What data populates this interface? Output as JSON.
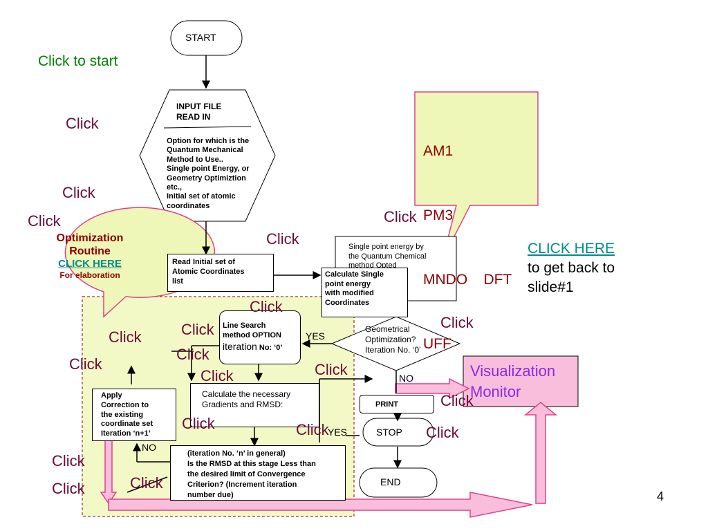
{
  "colors": {
    "click": "#6b0a3a",
    "green_text": "#008000",
    "callout_fill": "#eef6b8",
    "pink": "#f9bedc",
    "dashed_area": "#f3f9c6"
  },
  "start": {
    "label": "START"
  },
  "click_to_start": "Click to start",
  "hexagon": {
    "title_line1": "INPUT FILE",
    "title_line2": "READ IN",
    "body": [
      "Option for which is the",
      "Quantum Mechanical",
      "Method to Use..",
      "Single point Energy, or",
      "Geometry Optimiztion",
      "etc.,",
      "Initial set of atomic",
      "coordinates"
    ]
  },
  "methods_callout": {
    "lines": [
      "AM1",
      "PM3",
      "MNDO    DFT",
      "UFF"
    ]
  },
  "optimization_callout": {
    "line1": "Optimization",
    "line2": "Routine",
    "link": "CLICK HERE",
    "line4": "For elaboration"
  },
  "click_here_right": {
    "link": "CLICK HERE",
    "line2": "to get back to",
    "line3": "slide#1"
  },
  "read_initial": {
    "lines": [
      "Read Initial set of",
      "Atomic Coordinates",
      "list"
    ]
  },
  "single_point": {
    "lines": [
      "Single point energy by",
      "the Quantum Chemical",
      "method Opted"
    ]
  },
  "calc_single": {
    "lines": [
      "Calculate Single",
      "point energy",
      "with modified",
      "Coordinates"
    ]
  },
  "geom_opt": {
    "lines": [
      "Geometrical",
      "Optimization?",
      "Iteration No. ‘0’"
    ]
  },
  "line_search": {
    "line1": "Line Search",
    "line2": "method OPTION",
    "line3_a": "iteration",
    "line3_b": " No: ‘0’"
  },
  "gradients": {
    "lines": [
      "Calculate the necessary",
      "Gradients and RMSD:"
    ]
  },
  "apply_correction": {
    "lines": [
      "Apply",
      "Correction to",
      "the existing",
      "coordinate set",
      "Iteration ‘n+1’"
    ]
  },
  "iteration_box": {
    "lines": [
      "(iteration No. ‘n’ in general)",
      "Is the RMSD at this stage Less than",
      "the desired limit of Convergence",
      "Criterion? (Increment iteration",
      "number due)"
    ]
  },
  "visualization": {
    "line1": "Visualization",
    "line2": "Monitor"
  },
  "print": {
    "label": "PRINT"
  },
  "stop": {
    "label": "STOP"
  },
  "end": {
    "label": "END"
  },
  "labels": {
    "yes1": "YES",
    "yes2": "YES",
    "no1": "NO",
    "no2": "NO"
  },
  "click_label": "Click",
  "page_number": "4"
}
